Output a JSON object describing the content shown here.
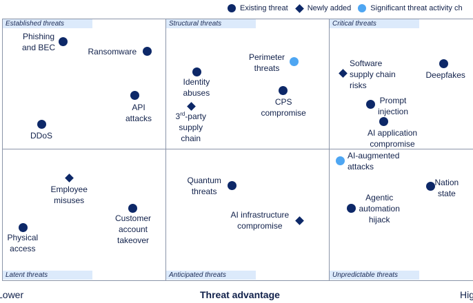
{
  "legend": [
    {
      "label": "Existing threat",
      "shape": "dot",
      "color": "#0d2868"
    },
    {
      "label": "Newly added",
      "shape": "diamond",
      "color": "#0d2868"
    },
    {
      "label": "Significant threat activity ch",
      "shape": "dot",
      "color": "#4ea6f2"
    }
  ],
  "axis": {
    "left_label": "Lower",
    "title": "Threat advantage",
    "right_label": "Hig"
  },
  "colors": {
    "existing": "#0d2868",
    "newly_added": "#0d2868",
    "significant": "#4ea6f2",
    "zone_label_bg": "#dceafb",
    "grid": "#8a94a8"
  },
  "chart_data": {
    "type": "scatter",
    "title": "",
    "xlabel": "Threat advantage",
    "ylabel": "",
    "zones": [
      {
        "name": "Established threats",
        "col": 0,
        "row": 0
      },
      {
        "name": "Structural threats",
        "col": 1,
        "row": 0
      },
      {
        "name": "Critical threats",
        "col": 2,
        "row": 0
      },
      {
        "name": "Latent threats",
        "col": 0,
        "row": 1
      },
      {
        "name": "Anticipated threats",
        "col": 1,
        "row": 1
      },
      {
        "name": "Unpredictable threats",
        "col": 2,
        "row": 1
      }
    ],
    "points": [
      {
        "name": "Phishing and BEC",
        "lines": [
          "Phishing",
          "and BEC"
        ],
        "zone": "Established threats",
        "status": "Existing threat"
      },
      {
        "name": "Ransomware",
        "lines": [
          "Ransomware"
        ],
        "zone": "Established threats",
        "status": "Existing threat"
      },
      {
        "name": "API attacks",
        "lines": [
          "API",
          "attacks"
        ],
        "zone": "Established threats",
        "status": "Existing threat"
      },
      {
        "name": "DDoS",
        "lines": [
          "DDoS"
        ],
        "zone": "Established threats",
        "status": "Existing threat"
      },
      {
        "name": "Identity abuses",
        "lines": [
          "Identity",
          "abuses"
        ],
        "zone": "Structural threats",
        "status": "Existing threat"
      },
      {
        "name": "Perimeter threats",
        "lines": [
          "Perimeter",
          "threats"
        ],
        "zone": "Structural threats",
        "status": "Significant threat activity ch"
      },
      {
        "name": "CPS compromise",
        "lines": [
          "CPS",
          "compromise"
        ],
        "zone": "Structural threats",
        "status": "Existing threat"
      },
      {
        "name": "3rd-party supply chain",
        "lines": [
          "3rd-party",
          "supply",
          "chain"
        ],
        "zone": "Structural threats",
        "status": "Newly added"
      },
      {
        "name": "Software supply chain risks",
        "lines": [
          "Software",
          "supply chain",
          "risks"
        ],
        "zone": "Critical threats",
        "status": "Newly added"
      },
      {
        "name": "Deepfakes",
        "lines": [
          "Deepfakes"
        ],
        "zone": "Critical threats",
        "status": "Existing threat"
      },
      {
        "name": "Prompt injection",
        "lines": [
          "Prompt",
          "injection"
        ],
        "zone": "Critical threats",
        "status": "Existing threat"
      },
      {
        "name": "AI application compromise",
        "lines": [
          "AI application",
          "compromise"
        ],
        "zone": "Critical threats",
        "status": "Existing threat"
      },
      {
        "name": "Employee misuses",
        "lines": [
          "Employee",
          "misuses"
        ],
        "zone": "Latent threats",
        "status": "Newly added"
      },
      {
        "name": "Physical access",
        "lines": [
          "Physical",
          "access"
        ],
        "zone": "Latent threats",
        "status": "Existing threat"
      },
      {
        "name": "Customer account takeover",
        "lines": [
          "Customer",
          "account",
          "takeover"
        ],
        "zone": "Latent threats",
        "status": "Existing threat"
      },
      {
        "name": "Quantum threats",
        "lines": [
          "Quantum",
          "threats"
        ],
        "zone": "Anticipated threats",
        "status": "Existing threat"
      },
      {
        "name": "AI infrastructure compromise",
        "lines": [
          "AI infrastructure",
          "compromise"
        ],
        "zone": "Anticipated threats",
        "status": "Newly added"
      },
      {
        "name": "AI-augmented attacks",
        "lines": [
          "AI-augmented",
          "attacks"
        ],
        "zone": "Unpredictable threats",
        "status": "Significant threat activity ch"
      },
      {
        "name": "Nation state",
        "lines": [
          "Nation",
          "state"
        ],
        "zone": "Unpredictable threats",
        "status": "Existing threat"
      },
      {
        "name": "Agentic automation hijack",
        "lines": [
          "Agentic",
          "automation",
          "hijack"
        ],
        "zone": "Unpredictable threats",
        "status": "Existing threat"
      }
    ]
  }
}
